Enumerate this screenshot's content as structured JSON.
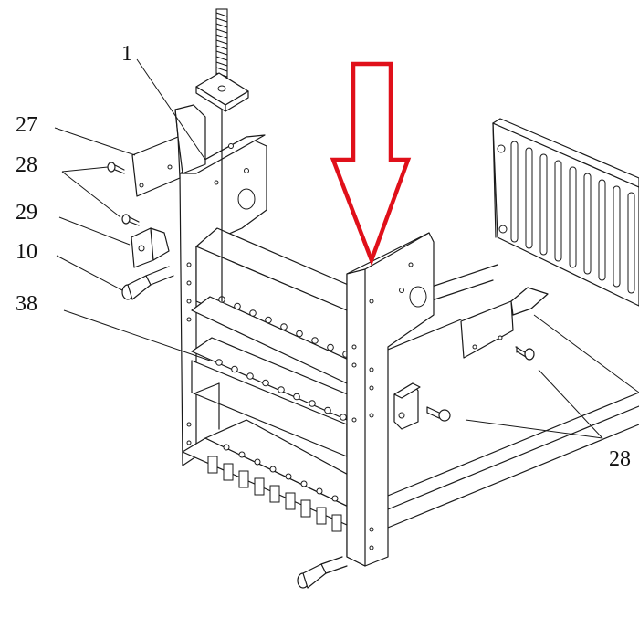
{
  "callouts": [
    {
      "id": "c1",
      "text": "1"
    },
    {
      "id": "c27",
      "text": "27"
    },
    {
      "id": "c28a",
      "text": "28"
    },
    {
      "id": "c29",
      "text": "29"
    },
    {
      "id": "c10",
      "text": "10"
    },
    {
      "id": "c38",
      "text": "38"
    },
    {
      "id": "c28b",
      "text": "28"
    }
  ],
  "colors": {
    "line": "#1a1a1a",
    "arrow": "#e0101a",
    "background": "#ffffff"
  }
}
